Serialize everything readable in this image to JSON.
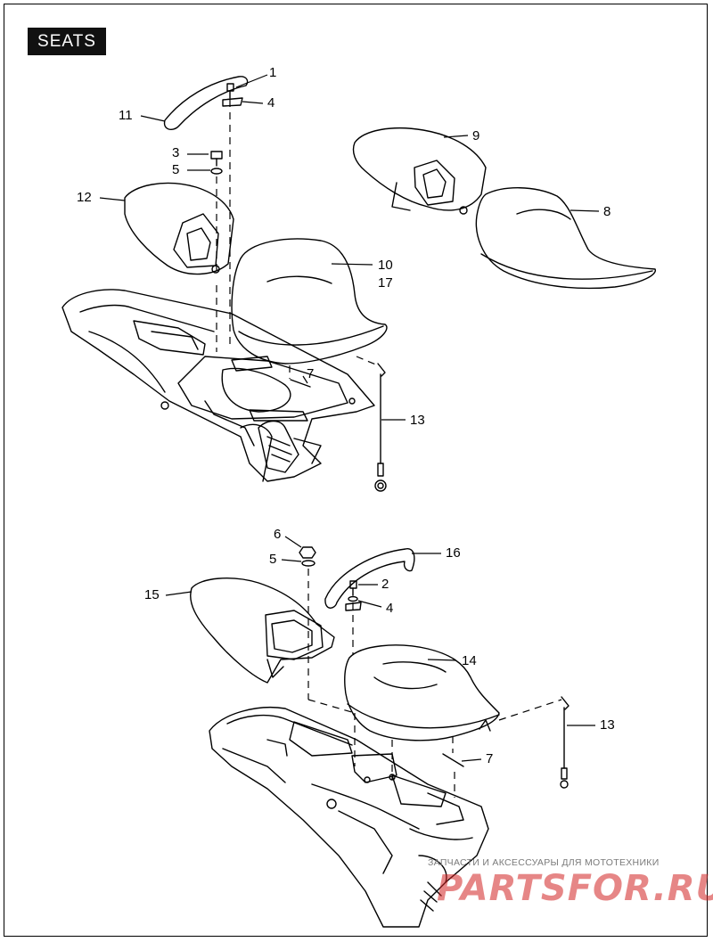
{
  "page": {
    "title": "SEATS"
  },
  "callouts": [
    {
      "id": "c1",
      "label": "1"
    },
    {
      "id": "c4a",
      "label": "4"
    },
    {
      "id": "c11",
      "label": "11"
    },
    {
      "id": "c3",
      "label": "3"
    },
    {
      "id": "c5a",
      "label": "5"
    },
    {
      "id": "c12",
      "label": "12"
    },
    {
      "id": "c9",
      "label": "9"
    },
    {
      "id": "c8",
      "label": "8"
    },
    {
      "id": "c10",
      "label": "10"
    },
    {
      "id": "c17",
      "label": "17"
    },
    {
      "id": "c7a",
      "label": "7"
    },
    {
      "id": "c13a",
      "label": "13"
    },
    {
      "id": "c6",
      "label": "6"
    },
    {
      "id": "c5b",
      "label": "5"
    },
    {
      "id": "c16",
      "label": "16"
    },
    {
      "id": "c15",
      "label": "15"
    },
    {
      "id": "c2",
      "label": "2"
    },
    {
      "id": "c4b",
      "label": "4"
    },
    {
      "id": "c14",
      "label": "14"
    },
    {
      "id": "c13b",
      "label": "13"
    },
    {
      "id": "c7b",
      "label": "7"
    }
  ],
  "watermark": {
    "tagline": "ЗАПЧАСТИ И АКСЕССУАРЫ ДЛЯ МОТОТЕХНИКИ",
    "brand": "PARTSFOR.RU"
  },
  "colors": {
    "ink": "#000000",
    "watermark": "#d22323",
    "badge": "#111111"
  }
}
